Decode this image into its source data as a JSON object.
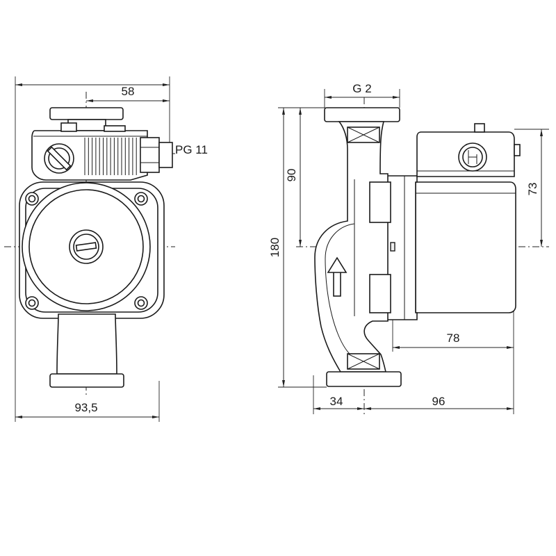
{
  "front_view": {
    "dim_58": "58",
    "gland_label": "PG 11",
    "dim_93_5": "93,5"
  },
  "side_view": {
    "thread_label": "G 2",
    "dim_180": "180",
    "dim_90": "90",
    "dim_73": "73",
    "dim_78": "78",
    "dim_34": "34",
    "dim_96": "96"
  }
}
